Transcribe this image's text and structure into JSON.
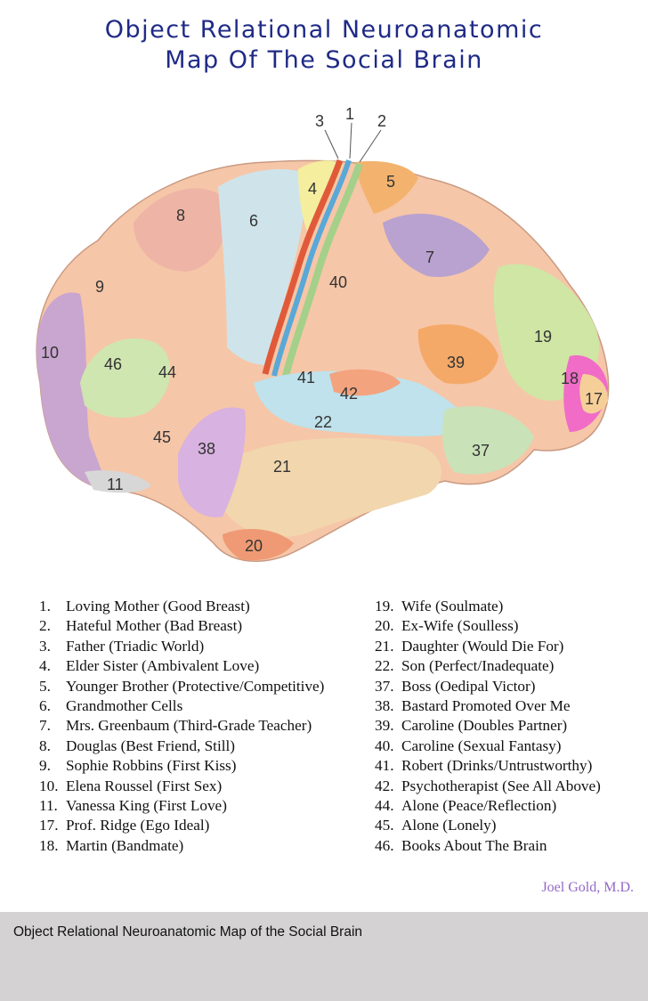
{
  "title": {
    "line1": "Object Relational Neuroanatomic",
    "line2": "Map Of The Social Brain"
  },
  "diagram": {
    "region_labels": [
      "1",
      "2",
      "3",
      "4",
      "5",
      "6",
      "7",
      "8",
      "9",
      "10",
      "11",
      "17",
      "18",
      "19",
      "20",
      "21",
      "22",
      "37",
      "38",
      "39",
      "40",
      "41",
      "42",
      "44",
      "45",
      "46"
    ]
  },
  "legend": {
    "left": [
      {
        "num": "1.",
        "text": "Loving Mother (Good Breast)"
      },
      {
        "num": "2.",
        "text": "Hateful Mother (Bad Breast)"
      },
      {
        "num": "3.",
        "text": "Father  (Triadic World)"
      },
      {
        "num": "4.",
        "text": "Elder Sister (Ambivalent Love)"
      },
      {
        "num": "5.",
        "text": "Younger Brother (Protective/Competitive)"
      },
      {
        "num": "6.",
        "text": "Grandmother Cells"
      },
      {
        "num": "7.",
        "text": "Mrs. Greenbaum (Third-Grade Teacher)"
      },
      {
        "num": "8.",
        "text": "Douglas (Best Friend, Still)"
      },
      {
        "num": "9.",
        "text": "Sophie Robbins (First Kiss)"
      },
      {
        "num": "10.",
        "text": "Elena Roussel (First Sex)"
      },
      {
        "num": "11.",
        "text": "Vanessa King (First Love)"
      },
      {
        "num": "17.",
        "text": "Prof. Ridge (Ego Ideal)"
      },
      {
        "num": "18.",
        "text": "Martin (Bandmate)"
      }
    ],
    "right": [
      {
        "num": "19.",
        "text": "Wife (Soulmate)"
      },
      {
        "num": "20.",
        "text": "Ex-Wife (Soulless)"
      },
      {
        "num": "21.",
        "text": "Daughter (Would Die For)"
      },
      {
        "num": "22.",
        "text": "Son (Perfect/Inadequate)"
      },
      {
        "num": "37.",
        "text": "Boss (Oedipal Victor)"
      },
      {
        "num": "38.",
        "text": "Bastard Promoted Over Me"
      },
      {
        "num": "39.",
        "text": "Caroline (Doubles Partner)"
      },
      {
        "num": "40.",
        "text": "Caroline (Sexual Fantasy)"
      },
      {
        "num": "41.",
        "text": "Robert (Drinks/Untrustworthy)"
      },
      {
        "num": "42.",
        "text": "Psychotherapist (See All Above)"
      },
      {
        "num": "44.",
        "text": "Alone (Peace/Reflection)"
      },
      {
        "num": "45.",
        "text": "Alone (Lonely)"
      },
      {
        "num": "46.",
        "text": "Books About The Brain"
      }
    ]
  },
  "author": "Joel Gold, M.D.",
  "caption": "Object Relational Neuroanatomic Map of the Social Brain"
}
